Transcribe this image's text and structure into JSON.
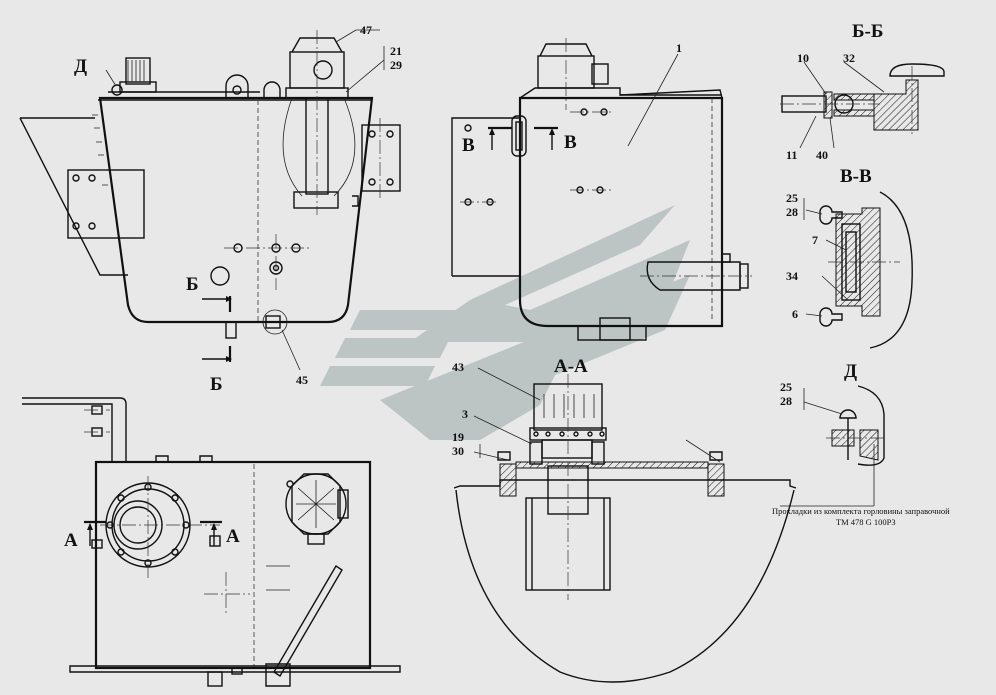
{
  "section_labels": {
    "b_b_title": "Б-Б",
    "v_v_title": "В-В",
    "d_title": "Д",
    "a_a_title": "А-А",
    "d_mark": "Д",
    "b_mark_top": "Б",
    "b_mark_bottom": "Б",
    "v_mark_left": "В",
    "v_mark_right": "В",
    "a_mark_left": "А",
    "a_mark_right": "А"
  },
  "callouts": {
    "c47": "47",
    "c21": "21",
    "c29": "29",
    "c45": "45",
    "c1": "1",
    "c10": "10",
    "c32": "32",
    "c11": "11",
    "c40": "40",
    "c25_vv": "25",
    "c28_vv": "28",
    "c7": "7",
    "c34": "34",
    "c6": "6",
    "c25_d": "25",
    "c28_d": "28",
    "c43": "43",
    "c3": "3",
    "c19": "19",
    "c30": "30"
  },
  "notes": {
    "gasket_line1": "Прокладки из комплекта горловины заправочной",
    "gasket_line2": "ТМ 478 G 100Р3"
  },
  "colors": {
    "line": "#111111",
    "background": "#e8e8e8",
    "watermark": "#bcc4c4"
  }
}
